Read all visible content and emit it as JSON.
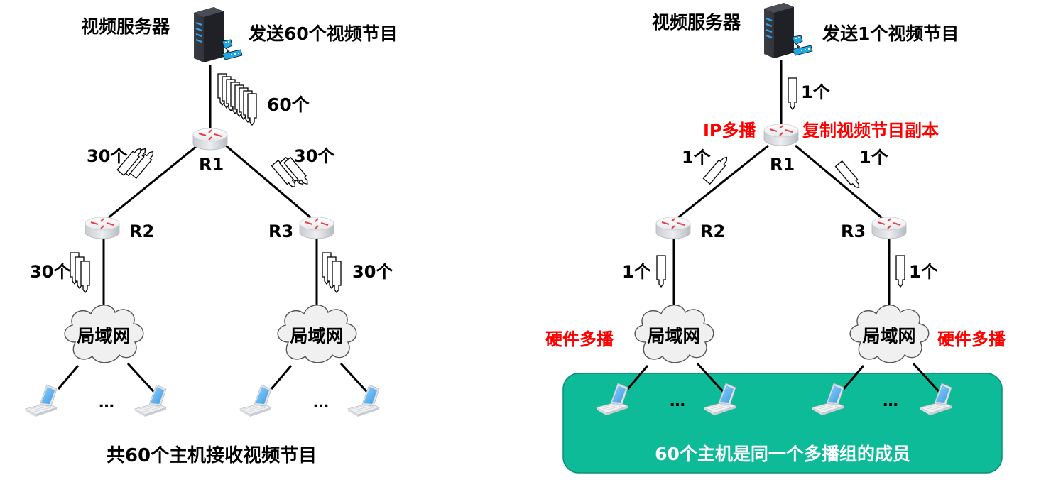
{
  "colors": {
    "text": "#000000",
    "highlight": "#ff0000",
    "group_box": "#0ebb98",
    "group_box_border": "#0a8f74",
    "group_text": "#ffffff",
    "router_arrows": "#e8404a",
    "server_body": "#2b2d33",
    "laptop_screen": "#5bb2ee",
    "film": "#1fa6e4"
  },
  "left": {
    "server_label": "视频服务器",
    "send_label": "发送60个视频节目",
    "r1_down_count": "60个",
    "r1_label": "R1",
    "r2_label": "R2",
    "r3_label": "R3",
    "r1_r2_count": "30个",
    "r1_r3_count": "30个",
    "r2_lan_count": "30个",
    "r3_lan_count": "30个",
    "lan1_label": "局域网",
    "lan2_label": "局域网",
    "ellipsis1": "…",
    "ellipsis2": "…",
    "caption": "共60个主机接收视频节目"
  },
  "right": {
    "server_label": "视频服务器",
    "send_label": "发送1个视频节目",
    "r1_down_count": "1个",
    "r1_label": "R1",
    "r2_label": "R2",
    "r3_label": "R3",
    "ip_multicast": "IP多播",
    "copy_label": "复制视频节目副本",
    "r1_r2_count": "1个",
    "r1_r3_count": "1个",
    "r2_lan_count": "1个",
    "r3_lan_count": "1个",
    "lan1_label": "局域网",
    "lan2_label": "局域网",
    "hw_multicast_left": "硬件多播",
    "hw_multicast_right": "硬件多播",
    "ellipsis1": "…",
    "ellipsis2": "…",
    "group_caption": "60个主机是同一个多播组的成员"
  }
}
